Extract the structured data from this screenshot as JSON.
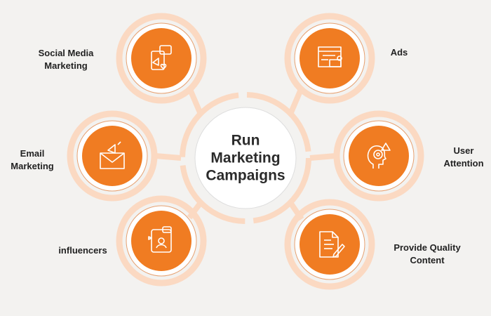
{
  "center": {
    "line1": "Run",
    "line2": "Marketing",
    "line3": "Campaigns"
  },
  "colors": {
    "accent": "#f07c22",
    "ring": "#fbd9c2",
    "background": "#f3f2f0"
  },
  "nodes": [
    {
      "label": "Social Media Marketing",
      "icon": "social-media-icon"
    },
    {
      "label": "Ads",
      "icon": "ads-icon"
    },
    {
      "label": "Email Marketing",
      "icon": "email-megaphone-icon"
    },
    {
      "label": "User Attention",
      "icon": "user-attention-icon"
    },
    {
      "label": "influencers",
      "icon": "influencer-icon"
    },
    {
      "label": "Provide Quality Content",
      "icon": "document-pen-icon"
    }
  ]
}
